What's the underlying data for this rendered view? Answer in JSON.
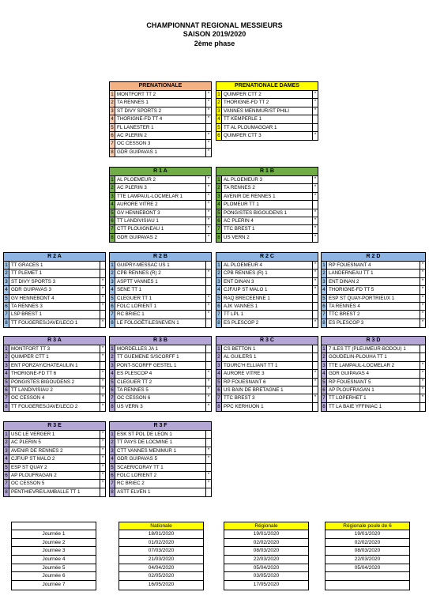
{
  "title": {
    "line1": "CHAMPIONNAT REGIONAL MESSIEURS",
    "line2": "SAISON 2019/2020",
    "line3": "2ème phase"
  },
  "colors": {
    "prenationale": "#f4b183",
    "dames": "#ffff00",
    "r1": "#70ad47",
    "r2": "#8eb4e3",
    "r3": "#b4a7d6"
  },
  "groups": [
    {
      "title": "PRENATIONALE",
      "color": "orange",
      "teams": [
        {
          "n": "1",
          "name": "MONTFORT TT 2",
          "star": "*"
        },
        {
          "n": "2",
          "name": "TA RENNES 1",
          "star": "*"
        },
        {
          "n": "3",
          "name": "ST DIVY SPORTS 2",
          "star": "*"
        },
        {
          "n": "4",
          "name": "THORIGNE-FD TT 4",
          "star": "*"
        },
        {
          "n": "5",
          "name": "FL LANESTER 1",
          "star": ""
        },
        {
          "n": "6",
          "name": "AC PLERIN 2",
          "star": "*"
        },
        {
          "n": "7",
          "name": "OC CESSON 3",
          "star": "*"
        },
        {
          "n": "8",
          "name": "GDR GUIPAVAS 1",
          "star": "*"
        }
      ]
    },
    {
      "title": "PRENATIONALE DAMES",
      "color": "yellow",
      "teams": [
        {
          "n": "1",
          "name": "QUIMPER CTT 2",
          "star": "*"
        },
        {
          "n": "2",
          "name": "THORIGNE-FD TT 2",
          "star": "*"
        },
        {
          "n": "3",
          "name": "VANNES MENIMUR/ST PHILI",
          "star": "*"
        },
        {
          "n": "4",
          "name": "TT KEMPERLE 1",
          "star": ""
        },
        {
          "n": "5",
          "name": "TT AL PLOUMAGOAR 1",
          "star": ""
        },
        {
          "n": "6",
          "name": "QUIMPER CTT 3",
          "star": "*"
        }
      ]
    },
    {
      "title": "R 1 A",
      "color": "green",
      "teams": [
        {
          "n": "1",
          "name": "AL PLOEMEUR 2",
          "star": "*"
        },
        {
          "n": "2",
          "name": "AC PLERIN 3",
          "star": "*"
        },
        {
          "n": "3",
          "name": "TTE LAMPAUL-LOCMELAR 1",
          "star": "*"
        },
        {
          "n": "4",
          "name": "AURORE VITRE 2",
          "star": "*"
        },
        {
          "n": "5",
          "name": "GV HENNEBONT 3",
          "star": "*"
        },
        {
          "n": "6",
          "name": "TT LANDIVISIAU 1",
          "star": "*"
        },
        {
          "n": "7",
          "name": "CTT PLOUIGNEAU 1",
          "star": "*"
        },
        {
          "n": "8",
          "name": "GDR GUIPAVAS 2",
          "star": "*"
        }
      ]
    },
    {
      "title": "R 1 B",
      "color": "green",
      "teams": [
        {
          "n": "1",
          "name": "AL PLOEMEUR 3",
          "star": "*"
        },
        {
          "n": "2",
          "name": "TA RENNES 2",
          "star": "*"
        },
        {
          "n": "3",
          "name": "AVENIR DE RENNES 1",
          "star": "*"
        },
        {
          "n": "4",
          "name": "PLOMEUR TT 1",
          "star": ""
        },
        {
          "n": "5",
          "name": "PONGISTES BIGOUDENS 1",
          "star": "*"
        },
        {
          "n": "6",
          "name": "AC PLERIN 4",
          "star": "*"
        },
        {
          "n": "7",
          "name": "TTC BREST 1",
          "star": "*"
        },
        {
          "n": "8",
          "name": "US VERN 2",
          "star": "*"
        }
      ]
    },
    {
      "title": "R 2 A",
      "color": "blue",
      "teams": [
        {
          "n": "1",
          "name": "TT GRACES 1",
          "star": ""
        },
        {
          "n": "2",
          "name": "TT PLEMET 1",
          "star": ""
        },
        {
          "n": "3",
          "name": "ST DIVY SPORTS 3",
          "star": "*"
        },
        {
          "n": "4",
          "name": "GDR GUIPAVAS 3",
          "star": "*"
        },
        {
          "n": "5",
          "name": "GV HENNEBONT 4",
          "star": "*"
        },
        {
          "n": "6",
          "name": "TA RENNES 3",
          "star": "*"
        },
        {
          "n": "7",
          "name": "LSP BREST 1",
          "star": ""
        },
        {
          "n": "8",
          "name": "TT FOUGERES/JAVE/LECO 1",
          "star": "*"
        }
      ]
    },
    {
      "title": "R 2 B",
      "color": "blue",
      "teams": [
        {
          "n": "1",
          "name": "GUIPRY-MESSAC US 1",
          "star": ""
        },
        {
          "n": "2",
          "name": "CPB RENNES (R) 2",
          "star": "*"
        },
        {
          "n": "3",
          "name": "ASPTT VANNES 1",
          "star": ""
        },
        {
          "n": "4",
          "name": "SENE TT 1",
          "star": ""
        },
        {
          "n": "5",
          "name": "CLEGUER TT 1",
          "star": "*"
        },
        {
          "n": "6",
          "name": "FOLC LORIENT 1",
          "star": "*"
        },
        {
          "n": "7",
          "name": "RC BRIEC 1",
          "star": "*"
        },
        {
          "n": "8",
          "name": "LE FOLGOËT/LESNEVEN 1",
          "star": ""
        }
      ]
    },
    {
      "title": "R 2 C",
      "color": "blue",
      "teams": [
        {
          "n": "1",
          "name": "AL PLOEMEUR 4",
          "star": "*"
        },
        {
          "n": "2",
          "name": "CPB RENNES (R) 1",
          "star": "*"
        },
        {
          "n": "3",
          "name": "ENT DINAN 3",
          "star": "*"
        },
        {
          "n": "4",
          "name": "CJF/UP ST MALO 1",
          "star": "*"
        },
        {
          "n": "5",
          "name": "RAQ BRECEENNE 1",
          "star": ""
        },
        {
          "n": "6",
          "name": "AJK VANNES 1",
          "star": ""
        },
        {
          "n": "7",
          "name": "TT LPL 1",
          "star": ""
        },
        {
          "n": "8",
          "name": "ES PLESCOP 2",
          "star": "*"
        }
      ]
    },
    {
      "title": "R 2 D",
      "color": "blue",
      "teams": [
        {
          "n": "1",
          "name": "RP FOUESNANT 4",
          "star": "*"
        },
        {
          "n": "2",
          "name": "LANDERNEAU TT 1",
          "star": "*"
        },
        {
          "n": "3",
          "name": "ENT DINAN 2",
          "star": "*"
        },
        {
          "n": "4",
          "name": "THORIGNE-FD TT 5",
          "star": "*"
        },
        {
          "n": "5",
          "name": "ESP ST QUAY-PORTRIEUX 1",
          "star": "*"
        },
        {
          "n": "6",
          "name": "TA RENNES 4",
          "star": "*"
        },
        {
          "n": "7",
          "name": "TTC BREST 2",
          "star": "*"
        },
        {
          "n": "8",
          "name": "ES PLESCOP 3",
          "star": "*"
        }
      ]
    },
    {
      "title": "R 3 A",
      "color": "purple",
      "teams": [
        {
          "n": "1",
          "name": "MONTFORT TT 3",
          "star": "*"
        },
        {
          "n": "2",
          "name": "QUIMPER CTT 1",
          "star": "*"
        },
        {
          "n": "3",
          "name": "ENT PORZAY/CHATEAULIN 1",
          "star": ""
        },
        {
          "n": "4",
          "name": "THORIGNE-FD TT 6",
          "star": "*"
        },
        {
          "n": "5",
          "name": "PONGISTES BIGOUDENS 2",
          "star": "*"
        },
        {
          "n": "6",
          "name": "TT LANDIVISIAU 2",
          "star": "*"
        },
        {
          "n": "7",
          "name": "OC CESSON 4",
          "star": "*"
        },
        {
          "n": "8",
          "name": "TT FOUGERES/JAVE/LECO 2",
          "star": "*"
        }
      ]
    },
    {
      "title": "R 3 B",
      "color": "purple",
      "teams": [
        {
          "n": "1",
          "name": "MORDELLES JA 1",
          "star": ""
        },
        {
          "n": "2",
          "name": "TT GUEMENE S/SCORFF 1",
          "star": ""
        },
        {
          "n": "3",
          "name": "PONT-SCORFF GESTEL 1",
          "star": ""
        },
        {
          "n": "4",
          "name": "ES PLESCOP 4",
          "star": "*"
        },
        {
          "n": "5",
          "name": "CLEGUER TT 2",
          "star": "*"
        },
        {
          "n": "6",
          "name": "TA RENNES 5",
          "star": "*"
        },
        {
          "n": "7",
          "name": "OC CESSON 6",
          "star": "*"
        },
        {
          "n": "8",
          "name": "US VERN 3",
          "star": "*"
        }
      ]
    },
    {
      "title": "R 3 C",
      "color": "purple",
      "teams": [
        {
          "n": "1",
          "name": "CS BETTON 1",
          "star": ""
        },
        {
          "n": "2",
          "name": "AL GUILERS 1",
          "star": ""
        },
        {
          "n": "3",
          "name": "TOURC'H ELLIANT TT 1",
          "star": ""
        },
        {
          "n": "4",
          "name": "AURORE VITRE 3",
          "star": "*"
        },
        {
          "n": "5",
          "name": "RP FOUESNANT 6",
          "star": "*"
        },
        {
          "n": "6",
          "name": "US BAIN DE BRETAGNE 1",
          "star": ""
        },
        {
          "n": "7",
          "name": "TTC BREST 3",
          "star": "*"
        },
        {
          "n": "8",
          "name": "PPC KERHUON 1",
          "star": ""
        }
      ]
    },
    {
      "title": "R 3 D",
      "color": "purple",
      "teams": [
        {
          "n": "1",
          "name": "7 ILES TT (PLEUMEUR-BODOU) 1",
          "star": ""
        },
        {
          "n": "2",
          "name": "GOUDELIN-PLOUHA TT 1",
          "star": ""
        },
        {
          "n": "3",
          "name": "TTE LAMPAUL-LOCMELAR 2",
          "star": "*"
        },
        {
          "n": "4",
          "name": "GDR GUIPAVAS 4",
          "star": "*"
        },
        {
          "n": "5",
          "name": "RP FOUESNANT 5",
          "star": "*"
        },
        {
          "n": "6",
          "name": "AP PLOUFRAGAN 1",
          "star": "*"
        },
        {
          "n": "7",
          "name": "TT LOPERHET 1",
          "star": "*"
        },
        {
          "n": "8",
          "name": "TT LA BAIE YFFINIAC 1",
          "star": ""
        }
      ]
    },
    {
      "title": "R 3 E",
      "color": "purple",
      "teams": [
        {
          "n": "1",
          "name": "USC LE VERGER 1",
          "star": "*"
        },
        {
          "n": "2",
          "name": "AC PLERIN 5",
          "star": "*"
        },
        {
          "n": "3",
          "name": "AVENIR DE RENNES 2",
          "star": "*"
        },
        {
          "n": "4",
          "name": "CJF/UP ST MALO 2",
          "star": "*"
        },
        {
          "n": "5",
          "name": "ESP ST QUAY 2",
          "star": "*"
        },
        {
          "n": "6",
          "name": "AP PLOUFRAGAN 2",
          "star": "*"
        },
        {
          "n": "7",
          "name": "OC CESSON 5",
          "star": "*"
        },
        {
          "n": "8",
          "name": "PENTHIEVRE/LAMBALLE TT 1",
          "star": ""
        }
      ]
    },
    {
      "title": "R 3 F",
      "color": "purple",
      "teams": [
        {
          "n": "1",
          "name": "ESK ST POL DE LEON 1",
          "star": ""
        },
        {
          "n": "2",
          "name": "TT PAYS DE LOCMINE 1",
          "star": ""
        },
        {
          "n": "3",
          "name": "CTT VANNES MENIMUR 1",
          "star": "*"
        },
        {
          "n": "4",
          "name": "GDR GUIPAVAS 5",
          "star": "*"
        },
        {
          "n": "5",
          "name": "SCAER/CORAY TT 1",
          "star": ""
        },
        {
          "n": "6",
          "name": "FOLC LORIENT 2",
          "star": "*"
        },
        {
          "n": "7",
          "name": "RC BRIEC 2",
          "star": "*"
        },
        {
          "n": "8",
          "name": "ASTT ELVEN 1",
          "star": ""
        }
      ]
    }
  ],
  "calendar": {
    "labels": [
      "Journée 1",
      "Journée 2",
      "Journée 3",
      "Journée 4",
      "Journée 5",
      "Journée 6",
      "Journée 7"
    ],
    "columns": [
      {
        "header": "Nationale",
        "dates": [
          "18/01/2020",
          "01/02/2020",
          "07/03/2020",
          "21/03/2020",
          "04/04/2020",
          "02/05/2020",
          "16/05/2020"
        ]
      },
      {
        "header": "Régionale",
        "dates": [
          "19/01/2020",
          "02/02/2020",
          "08/03/2020",
          "22/03/2020",
          "05/04/2020",
          "03/05/2020",
          "17/05/2020"
        ]
      },
      {
        "header": "Régionale poule de 6",
        "dates": [
          "19/01/2020",
          "02/02/2020",
          "08/03/2020",
          "22/03/2020",
          "05/04/2020",
          "",
          ""
        ]
      }
    ]
  }
}
